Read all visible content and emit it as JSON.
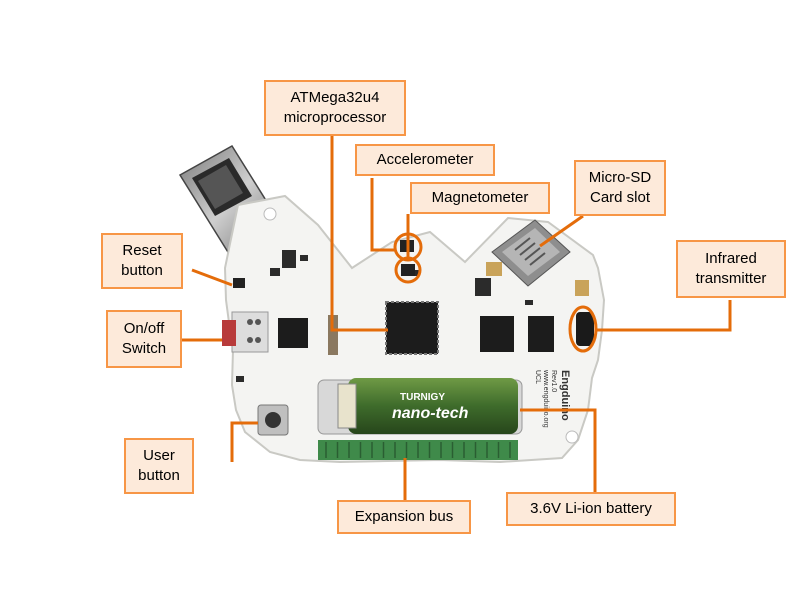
{
  "callouts": [
    {
      "id": "atmega",
      "text": "ATMega32u4\nmicroprocessor"
    },
    {
      "id": "accel",
      "text": "Accelerometer"
    },
    {
      "id": "magneto",
      "text": "Magnetometer"
    },
    {
      "id": "microsd",
      "text": "Micro-SD\nCard slot"
    },
    {
      "id": "infrared",
      "text": "Infrared\ntransmitter"
    },
    {
      "id": "reset",
      "text": "Reset\nbutton"
    },
    {
      "id": "onoff",
      "text": "On/off\nSwitch"
    },
    {
      "id": "user",
      "text": "User\nbutton"
    },
    {
      "id": "expansion",
      "text": "Expansion bus"
    },
    {
      "id": "battery",
      "text": "3.6V Li-ion battery"
    }
  ],
  "board": {
    "battery_brand": "TURNIGY",
    "battery_model": "nano-tech",
    "silk_name": "Engduino",
    "silk_rev": "Rev1.0",
    "silk_url": "www.engduino.org",
    "silk_org": "UCL"
  },
  "colors": {
    "callout_fill": "#fdeada",
    "callout_border": "#f79646",
    "leader": "#e46c0a",
    "pcb": "#f4f4f2",
    "chip": "#1c1c1c",
    "battery": "#3e6b2b",
    "header": "#3f8a4a"
  }
}
